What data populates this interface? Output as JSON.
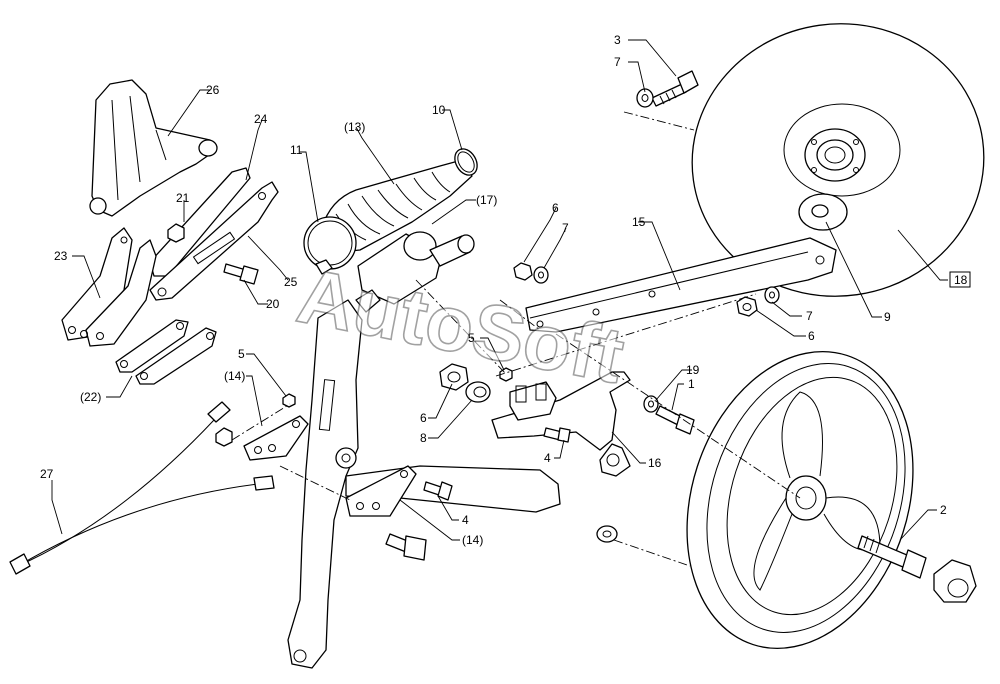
{
  "watermark": "AutoSoft",
  "labels": {
    "l1": "1",
    "l2": "2",
    "l3": "3",
    "l4a": "4",
    "l4b": "4",
    "l5a": "5",
    "l5b": "5",
    "l6a": "6",
    "l6b": "6",
    "l6c": "6",
    "l7a": "7",
    "l7b": "7",
    "l7c": "7",
    "l8": "8",
    "l9": "9",
    "l10": "10",
    "l11": "11",
    "l13": "(13)",
    "l14a": "(14)",
    "l14b": "(14)",
    "l15": "15",
    "l16": "16",
    "l17": "(17)",
    "l18": "18",
    "l19": "19",
    "l20": "20",
    "l21": "21",
    "l22": "(22)",
    "l23": "23",
    "l24": "24",
    "l25": "25",
    "l26": "26",
    "l27": "27"
  }
}
